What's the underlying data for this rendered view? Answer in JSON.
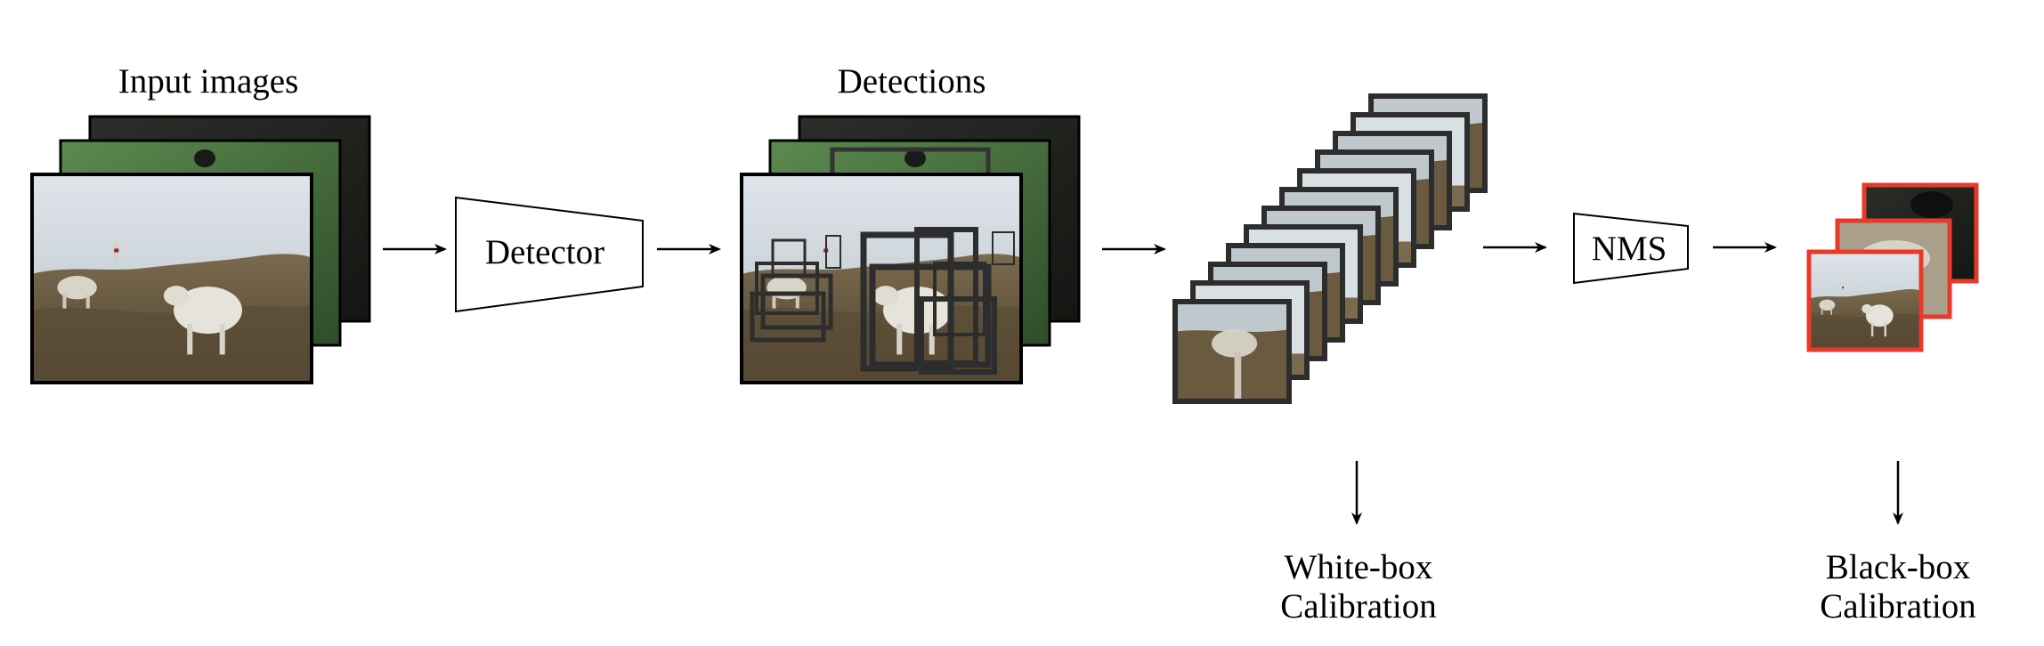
{
  "labels": {
    "input_images": "Input images",
    "detections": "Detections",
    "detector": "Detector",
    "nms": "NMS",
    "white_box_line1": "White-box",
    "white_box_line2": "Calibration",
    "black_box_line1": "Black-box",
    "black_box_line2": "Calibration"
  },
  "colors": {
    "stroke": "#000000",
    "box_dark": "#2d2d2d",
    "highlight_red": "#e8392b",
    "sky": "#c9d2d8",
    "ground": "#6b5a40",
    "sheep": "#e4e1d8",
    "green_bg": "#3f6a3c",
    "dark_bg": "#1d1f1c"
  },
  "icons": [
    "right-arrow-icon",
    "down-arrow-icon",
    "trapezoid-module-icon",
    "image-thumbnail-icon"
  ]
}
